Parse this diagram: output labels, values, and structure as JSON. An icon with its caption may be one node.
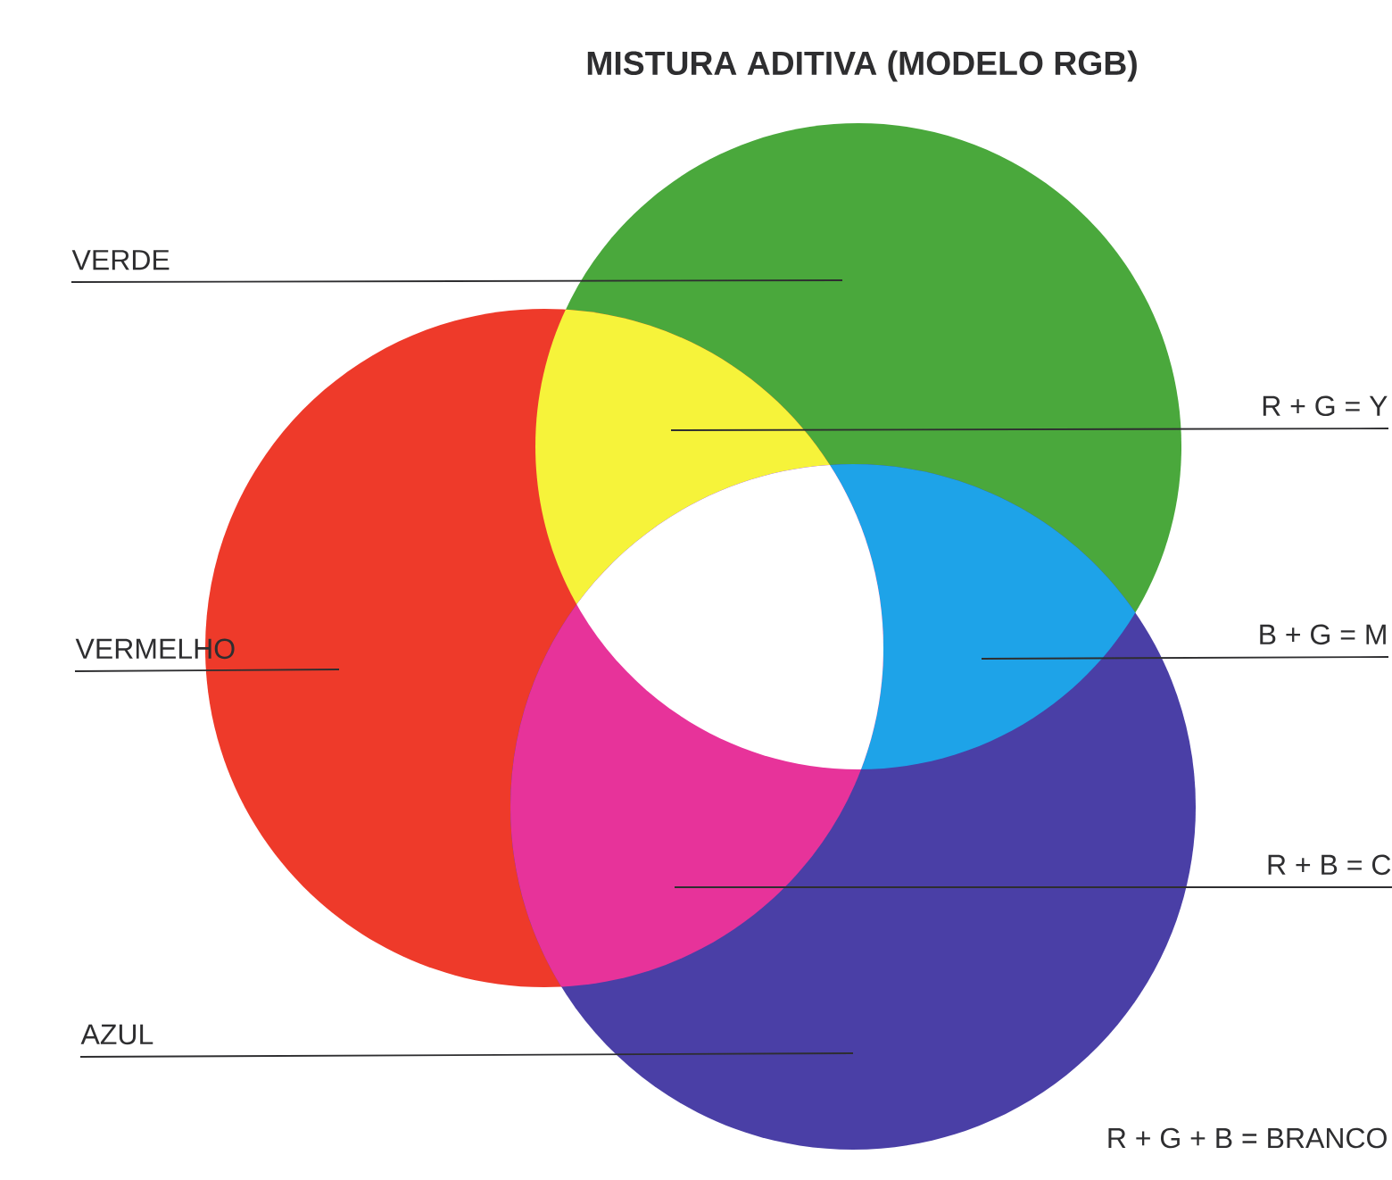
{
  "diagram": {
    "title": "MISTURA ADITIVA (MODELO RGB)",
    "nodes": [
      {
        "text": [
          "VERDE"
        ]
      },
      {
        "text": [
          "R + G = Y"
        ]
      },
      {
        "text": [
          "VERMELHO"
        ]
      },
      {
        "text": [
          "B + G = M"
        ]
      },
      {
        "text": [
          "R + B = C"
        ]
      },
      {
        "text": [
          "AZUL"
        ]
      }
    ],
    "edges": [
      {
        "from": 0,
        "to": null,
        "arrow": "none"
      },
      {
        "from": 1,
        "to": null,
        "arrow": "none"
      },
      {
        "from": 2,
        "to": null,
        "arrow": "none"
      },
      {
        "from": 3,
        "to": null,
        "arrow": "none"
      },
      {
        "from": 4,
        "to": null,
        "arrow": "none"
      },
      {
        "from": 5,
        "to": null,
        "arrow": "none"
      }
    ],
    "labels": [
      "R + G + B = BRANCO"
    ]
  }
}
